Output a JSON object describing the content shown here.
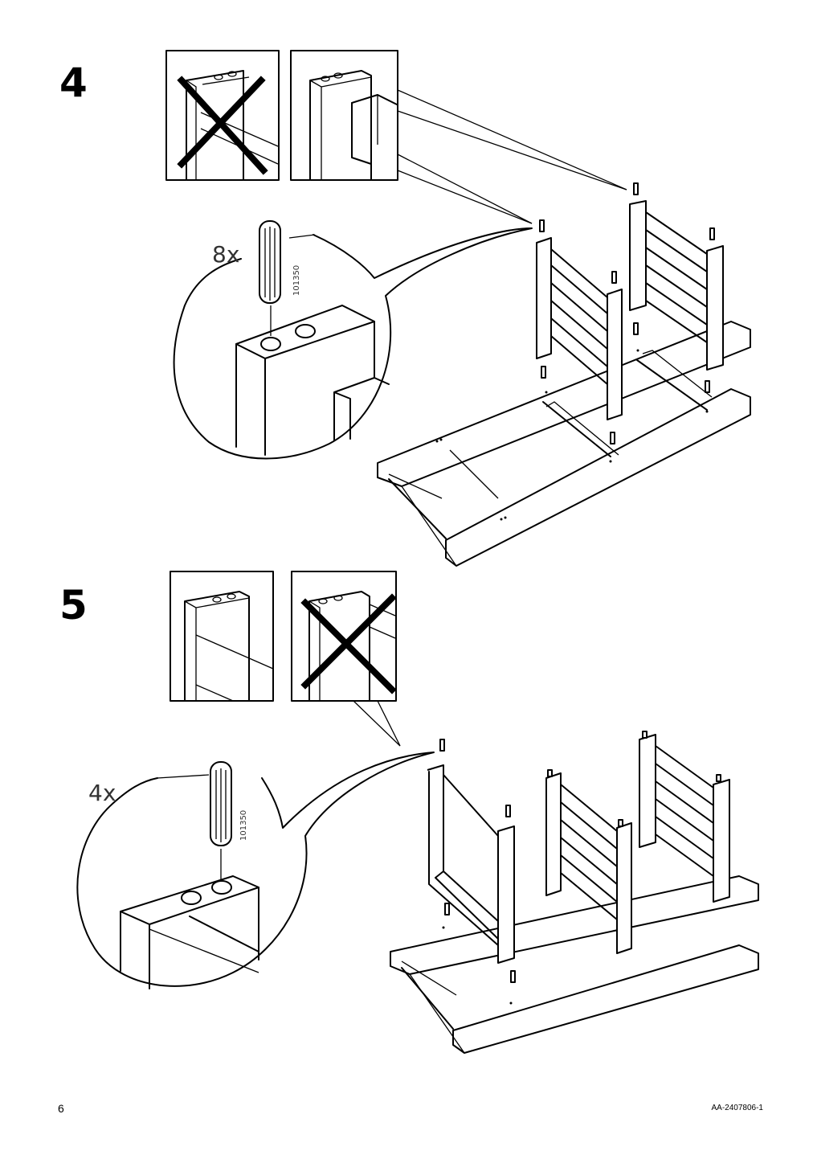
{
  "page": {
    "number": "6",
    "doc_code": "AA-2407806-1"
  },
  "steps": [
    {
      "number": "4",
      "quantity": "8x",
      "part_number": "101350"
    },
    {
      "number": "5",
      "quantity": "4x",
      "part_number": "101350"
    }
  ],
  "icons": [
    "wrong-orientation-x-icon",
    "correct-orientation-icon",
    "dowel-icon"
  ]
}
